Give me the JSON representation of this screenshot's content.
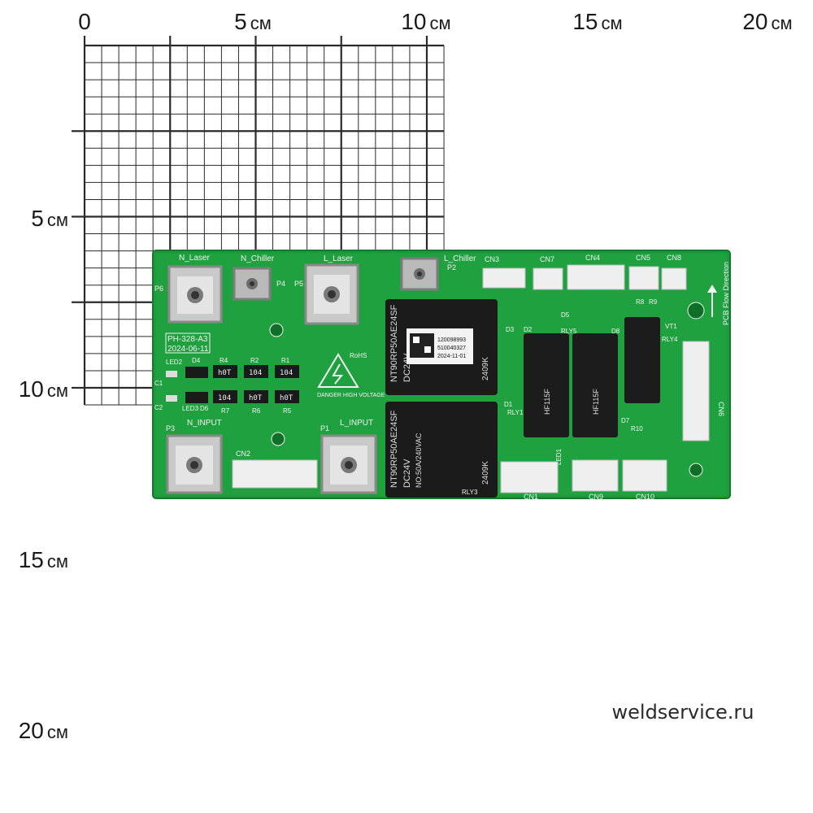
{
  "ruler": {
    "x_labels": [
      {
        "num": "0",
        "unit": ""
      },
      {
        "num": "5",
        "unit": "см"
      },
      {
        "num": "10",
        "unit": "см"
      },
      {
        "num": "15",
        "unit": "см"
      },
      {
        "num": "20",
        "unit": "см"
      }
    ],
    "y_labels": [
      {
        "num": "5",
        "unit": "см"
      },
      {
        "num": "10",
        "unit": "см"
      },
      {
        "num": "15",
        "unit": "см"
      },
      {
        "num": "20",
        "unit": "см"
      }
    ]
  },
  "board": {
    "model": "PH-328-A3",
    "date": "2024-06-11",
    "direction_label": "PCB Flow Direction",
    "warning": "DANGER HIGH VOLTAGE",
    "terminals": {
      "n_laser": "N_Laser",
      "n_chiller": "N_Chiller",
      "l_laser": "L_Laser",
      "l_chiller": "L_Chiller",
      "n_input": "N_INPUT",
      "l_input": "L_INPUT"
    },
    "refs": {
      "p1": "P1",
      "p2": "P2",
      "p3": "P3",
      "p4": "P4",
      "p5": "P5",
      "p6": "P6",
      "cn1": "CN1",
      "cn2": "CN2",
      "cn3": "CN3",
      "cn4": "CN4",
      "cn5": "CN5",
      "cn6": "CN6",
      "cn7": "CN7",
      "cn8": "CN8",
      "cn9": "CN9",
      "cn10": "CN10",
      "rly1": "RLY1",
      "rly3": "RLY3",
      "rly4": "RLY4",
      "rly5": "RLY5",
      "led1": "LED1",
      "led2": "LED2",
      "led3": "LED3",
      "d1": "D1",
      "d2": "D2",
      "d3": "D3",
      "d4": "D4",
      "d5": "D5",
      "d6": "D6",
      "d7": "D7",
      "d8": "D8",
      "r1": "R1",
      "r2": "R2",
      "r4": "R4",
      "r5": "R5",
      "r6": "R6",
      "r7": "R7",
      "r8": "R8",
      "r9": "R9",
      "r10": "R10",
      "c1": "C1",
      "c2": "C2",
      "vt1": "VT1",
      "rohs": "RoHS"
    },
    "resistor_codes": [
      "h0T",
      "104",
      "104",
      "104",
      "h0T",
      "h0T"
    ],
    "relay_large": {
      "part": "NT90RP50AE24SF",
      "coil": "DC24V",
      "rating": "NO:50A/240VAC",
      "lot": "2409K"
    },
    "relay_small": {
      "part": "HF115F",
      "brand": "HF"
    },
    "sticker": {
      "line1": "120098993",
      "line2": "510040327",
      "line3": "2024-11-01"
    }
  },
  "watermark": "weldservice.ru"
}
